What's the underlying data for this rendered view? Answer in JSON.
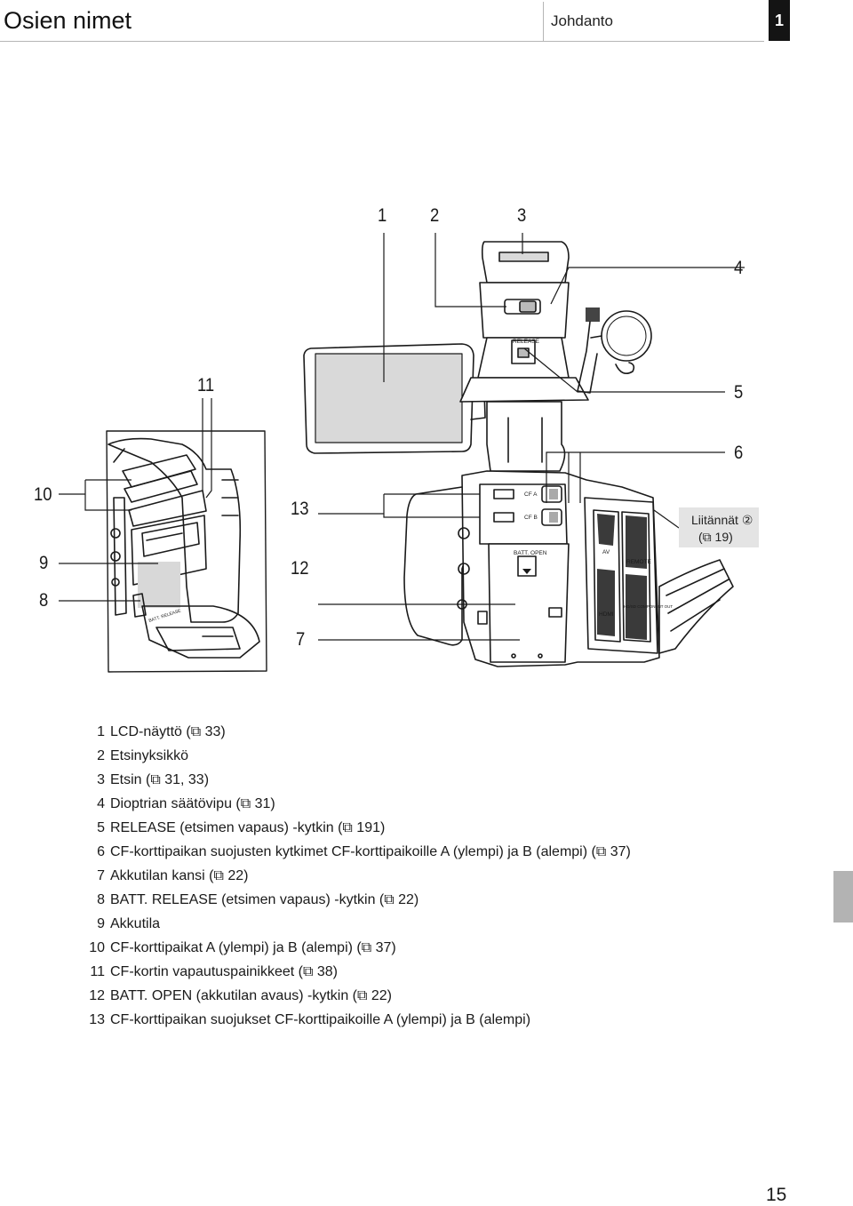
{
  "header": {
    "title": "Osien nimet",
    "section": "Johdanto",
    "chapter": "1"
  },
  "diagram": {
    "callouts": [
      {
        "id": "1",
        "text": "1"
      },
      {
        "id": "2",
        "text": "2"
      },
      {
        "id": "3",
        "text": "3"
      },
      {
        "id": "4",
        "text": "4"
      },
      {
        "id": "5",
        "text": "5"
      },
      {
        "id": "6",
        "text": "6"
      },
      {
        "id": "7",
        "text": "7"
      },
      {
        "id": "8",
        "text": "8"
      },
      {
        "id": "9",
        "text": "9"
      },
      {
        "id": "10",
        "text": "10"
      },
      {
        "id": "11",
        "text": "11"
      },
      {
        "id": "12",
        "text": "12"
      },
      {
        "id": "13",
        "text": "13"
      }
    ],
    "device_labels": {
      "release": "RELEASE",
      "cf_a": "CF A",
      "cf_b": "CF B",
      "batt_open": "BATT. OPEN",
      "av": "AV",
      "remote": "REMOTE",
      "hdmi": "HDMI",
      "hdsd": "HD/SD COMPONENT OUT",
      "batt_release": "BATT. RELEASE"
    },
    "connectors_box": {
      "label": "Liitännät ②",
      "ref": "(⧉ 19)"
    }
  },
  "parts_list": [
    {
      "num": "1",
      "text": "LCD-näyttö (⧉ 33)"
    },
    {
      "num": "2",
      "text": "Etsinyksikkö"
    },
    {
      "num": "3",
      "text": "Etsin (⧉ 31, 33)"
    },
    {
      "num": "4",
      "text": "Dioptrian säätövipu (⧉ 31)"
    },
    {
      "num": "5",
      "text": "RELEASE (etsimen vapaus) -kytkin (⧉ 191)"
    },
    {
      "num": "6",
      "text": "CF-korttipaikan suojusten kytkimet CF-korttipaikoille A (ylempi) ja B (alempi) (⧉ 37)"
    },
    {
      "num": "7",
      "text": "Akkutilan kansi (⧉ 22)"
    },
    {
      "num": "8",
      "text": "BATT. RELEASE (etsimen vapaus) -kytkin (⧉ 22)"
    },
    {
      "num": "9",
      "text": "Akkutila"
    },
    {
      "num": "10",
      "text": "CF-korttipaikat A (ylempi) ja B (alempi) (⧉ 37)"
    },
    {
      "num": "11",
      "text": "CF-kortin vapautuspainikkeet (⧉ 38)"
    },
    {
      "num": "12",
      "text": "BATT. OPEN (akkutilan avaus) -kytkin (⧉ 22)"
    },
    {
      "num": "13",
      "text": "CF-korttipaikan suojukset CF-korttipaikoille A (ylempi) ja B (alempi)"
    }
  ],
  "footer": {
    "page": "15"
  },
  "colors": {
    "header_badge": "#141414",
    "side_tab": "#b3b3b3",
    "connectors_box": "#e4e4e4"
  }
}
